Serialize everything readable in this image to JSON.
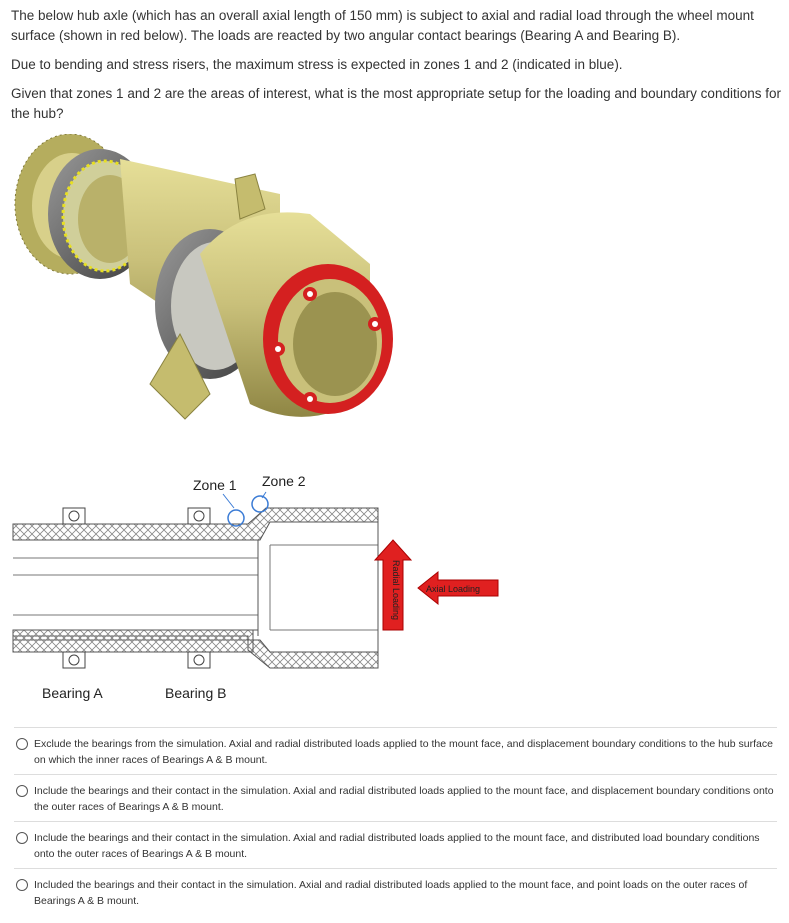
{
  "question": {
    "paragraphs": [
      "The below hub axle (which has an overall axial length of 150 mm) is subject to axial and radial load through the wheel mount surface (shown in red below). The loads are reacted by two angular contact bearings (Bearing A and Bearing B).",
      "Due to bending and stress risers, the maximum stress is expected in zones 1 and 2 (indicated in blue).",
      "Given that zones 1 and 2 are the areas of interest, what is the most appropriate setup for the loading and boundary conditions for the hub?"
    ]
  },
  "diagram": {
    "zone1_label": "Zone 1",
    "zone2_label": "Zone 2",
    "bearing_a_label": "Bearing A",
    "bearing_b_label": "Bearing B",
    "radial_loading_label": "Radial Loading",
    "axial_loading_label": "Axial Loading",
    "colors": {
      "hub": "#c8c07a",
      "mount_face": "#d42020",
      "zone_marker": "#3a7bd5",
      "load_arrow": "#e02020"
    }
  },
  "options": [
    {
      "label": "Exclude the bearings from the simulation. Axial and radial distributed loads applied to the mount face, and displacement boundary conditions to the hub surface on which the inner races of Bearings A & B mount."
    },
    {
      "label": "Include the bearings and their contact in the simulation. Axial and radial distributed loads applied to the mount face, and displacement boundary conditions onto the outer races of Bearings A & B mount."
    },
    {
      "label": "Include the bearings and their contact in the simulation. Axial and radial distributed loads applied to the mount face, and distributed load boundary conditions onto the outer races of Bearings A & B mount."
    },
    {
      "label": "Included the bearings and their contact in the simulation. Axial and radial distributed loads applied to the mount face, and point loads on the outer races of Bearings A & B mount."
    }
  ]
}
